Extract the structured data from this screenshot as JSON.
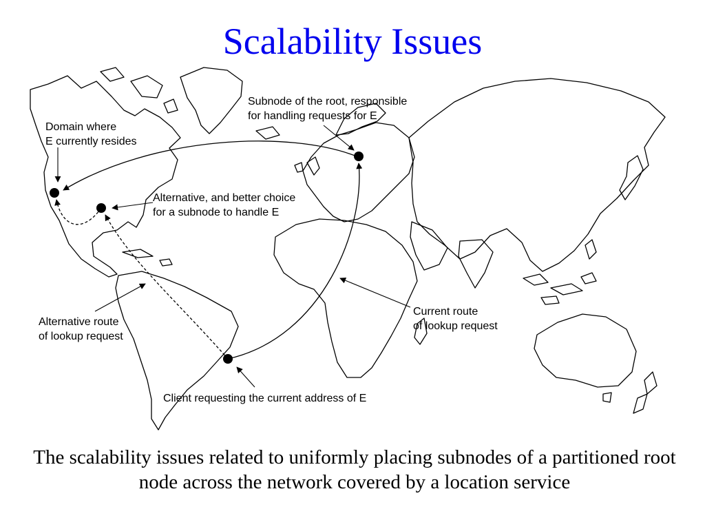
{
  "slide": {
    "title": "Scalability Issues",
    "caption": "The scalability issues related to uniformly placing subnodes of a partitioned root node across the network covered by a location service"
  },
  "labels": {
    "subnode_root": [
      "Subnode of the root, responsible",
      "for handling requests for E"
    ],
    "domain_e": [
      "Domain where",
      "E currently resides"
    ],
    "alternative_choice": [
      "Alternative, and better choice",
      "for a subnode to handle E"
    ],
    "current_route": [
      "Current route",
      "of lookup request"
    ],
    "alternative_route": [
      "Alternative route",
      "of lookup request"
    ],
    "client": [
      "Client requesting the current address of E"
    ]
  },
  "colors": {
    "title": "#0000ee",
    "ink": "#000000"
  }
}
